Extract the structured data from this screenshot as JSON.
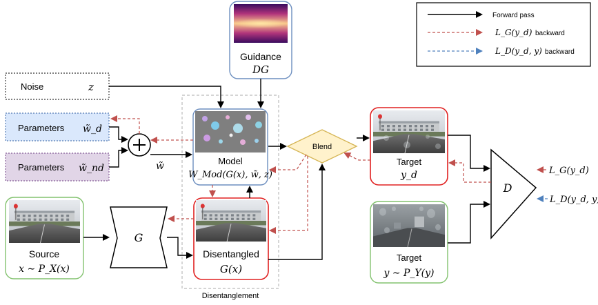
{
  "legend": {
    "forward": "Forward pass",
    "loss_g": "L_G(y_d)",
    "loss_g_suffix": "backward",
    "loss_d": "L_D(y_d, y)",
    "loss_d_suffix": "backward"
  },
  "guidance": {
    "label": "Guidance",
    "symbol": "DG"
  },
  "noise": {
    "label": "Noise",
    "symbol": "z"
  },
  "parameters_d": {
    "label": "Parameters",
    "symbol": "w̃_d"
  },
  "parameters_nd": {
    "label": "Parameters",
    "symbol": "w̃_nd"
  },
  "sum_output": {
    "symbol": "w̃"
  },
  "model": {
    "label": "Model",
    "formula": "W_Mod(G(x), w̃, z)"
  },
  "blend": {
    "label": "Blend"
  },
  "target_d": {
    "label": "Target",
    "symbol": "y_d"
  },
  "target_y": {
    "label": "Target",
    "formula": "y ∼ P_Y(y)"
  },
  "source": {
    "label": "Source",
    "formula": "x ∼ P_X(x)"
  },
  "generator": {
    "symbol": "G"
  },
  "disentangled": {
    "label": "Disentangled",
    "formula": "G(x)"
  },
  "discriminator": {
    "symbol": "D"
  },
  "loss_g": {
    "formula": "L_G(y_d)"
  },
  "loss_d": {
    "formula": "L_D(y_d, y)"
  },
  "disentanglement": {
    "label": "Disentanglement"
  },
  "colors": {
    "forward": "#000000",
    "loss_g": "#c0504d",
    "loss_d": "#4f81bd",
    "guidance_border": "#6c8ebf",
    "model_border": "#6c8ebf",
    "red_border": "#e02020",
    "green_border": "#82c26e",
    "blend_fill": "#fff2cc",
    "blend_border": "#d6b656",
    "params_d_fill": "#dae8fc",
    "params_d_border": "#6c8ebf",
    "params_nd_fill": "#e1d5e7",
    "params_nd_border": "#9673a6"
  }
}
